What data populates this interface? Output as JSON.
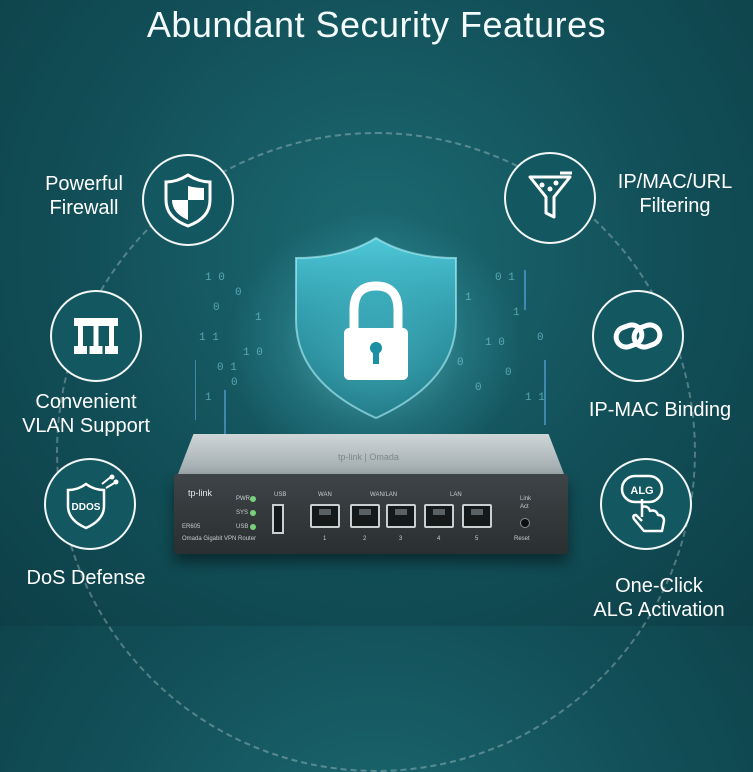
{
  "title": "Abundant Security Features",
  "features": [
    {
      "id": "firewall",
      "label_lines": [
        "Powerful",
        "Firewall"
      ],
      "icon": "shield-icon"
    },
    {
      "id": "vlan",
      "label_lines": [
        "Convenient",
        "VLAN Support"
      ],
      "icon": "vlan-icon"
    },
    {
      "id": "dos",
      "label_lines": [
        "DoS Defense"
      ],
      "icon": "ddos-icon",
      "icon_text": "DDOS"
    },
    {
      "id": "filtering",
      "label_lines": [
        "IP/MAC/URL",
        "Filtering"
      ],
      "icon": "filter-icon"
    },
    {
      "id": "binding",
      "label_lines": [
        "IP-MAC Binding"
      ],
      "icon": "link-icon"
    },
    {
      "id": "alg",
      "label_lines": [
        "One-Click",
        "ALG Activation"
      ],
      "icon": "alg-hand-icon",
      "icon_text": "ALG"
    }
  ],
  "center_icon": "padlock-shield-icon",
  "router": {
    "brand": "tp-link",
    "brand_top": "tp-link | Omada",
    "model": "ER605",
    "description": "Omada Gigabit VPN Router",
    "led_labels": [
      "PWR",
      "SYS",
      "USB"
    ],
    "usb_label": "USB",
    "port_group_labels": [
      "WAN",
      "WAN/LAN",
      "LAN"
    ],
    "port_numbers": [
      "1",
      "2",
      "3",
      "4",
      "5"
    ],
    "status_labels": [
      "Link",
      "Act"
    ],
    "reset_label": "Reset"
  },
  "colors": {
    "background": "#124f58",
    "glow": "#78e1eb",
    "circle_border": "#ffffff"
  }
}
